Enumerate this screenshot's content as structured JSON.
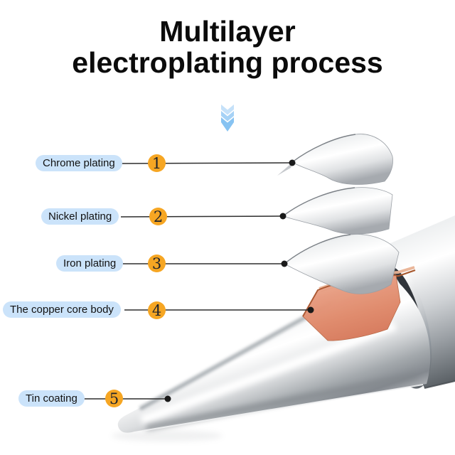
{
  "title": {
    "line1": "Multilayer",
    "line2": "electroplating process"
  },
  "callouts": [
    {
      "num": "1",
      "label": "Chrome plating"
    },
    {
      "num": "2",
      "label": "Nickel plating"
    },
    {
      "num": "3",
      "label": "Iron plating"
    },
    {
      "num": "4",
      "label": "The copper core body"
    },
    {
      "num": "5",
      "label": "Tin coating"
    }
  ],
  "icons": {
    "arrow": "chevron-down"
  },
  "colors": {
    "badge_orange": "#F6A623",
    "label_pill_blue": "#CBE3FA",
    "arrow_blue": "#87C3F2",
    "copper": "#E08A6C",
    "callout_line": "#2E2E2E",
    "metal_highlight": "#FFFFFF",
    "metal_shadow": "#7E8388",
    "title_text": "#0B0B0B"
  }
}
